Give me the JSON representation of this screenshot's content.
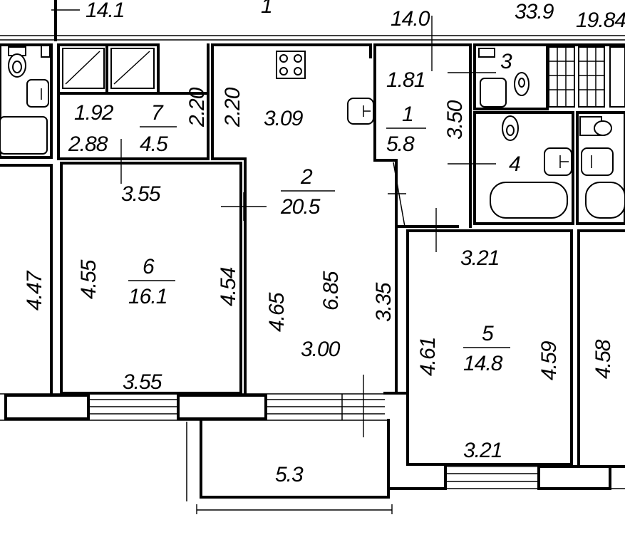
{
  "top_strip": {
    "left_value": "14.1",
    "middle_value": "1",
    "total_a": "14.0",
    "total_b": "33.9",
    "total_c": "19.84"
  },
  "rooms": {
    "hall": {
      "number": "2",
      "area": "20.5"
    },
    "bath": {
      "number": "1",
      "area": "5.8"
    },
    "wc_a": {
      "number": "3"
    },
    "wc_b": {
      "number": "4"
    },
    "room_5": {
      "number": "5",
      "area": "14.8"
    },
    "room_6": {
      "number": "6",
      "area": "16.1"
    },
    "closet": {
      "number": "7",
      "area": "4.5"
    },
    "balcony": {
      "area": "5.3"
    }
  },
  "dimensions": {
    "closet_w": "1.92",
    "closet_h": "2.88",
    "closet_side": "2.20",
    "hall_side": "2.20",
    "hall_top": "3.09",
    "bath_w": "1.81",
    "bath_h": "3.50",
    "room6_top": "3.55",
    "room6_bottom": "3.55",
    "room6_left": "4.55",
    "room6_right": "4.54",
    "left_room_h": "4.47",
    "hall_left": "4.65",
    "hall_len": "6.85",
    "hall_right": "3.35",
    "hall_bottom": "3.00",
    "room5_top": "3.21",
    "room5_bottom": "3.21",
    "room5_left": "4.61",
    "room5_right": "4.59",
    "right_room_h": "4.58"
  }
}
